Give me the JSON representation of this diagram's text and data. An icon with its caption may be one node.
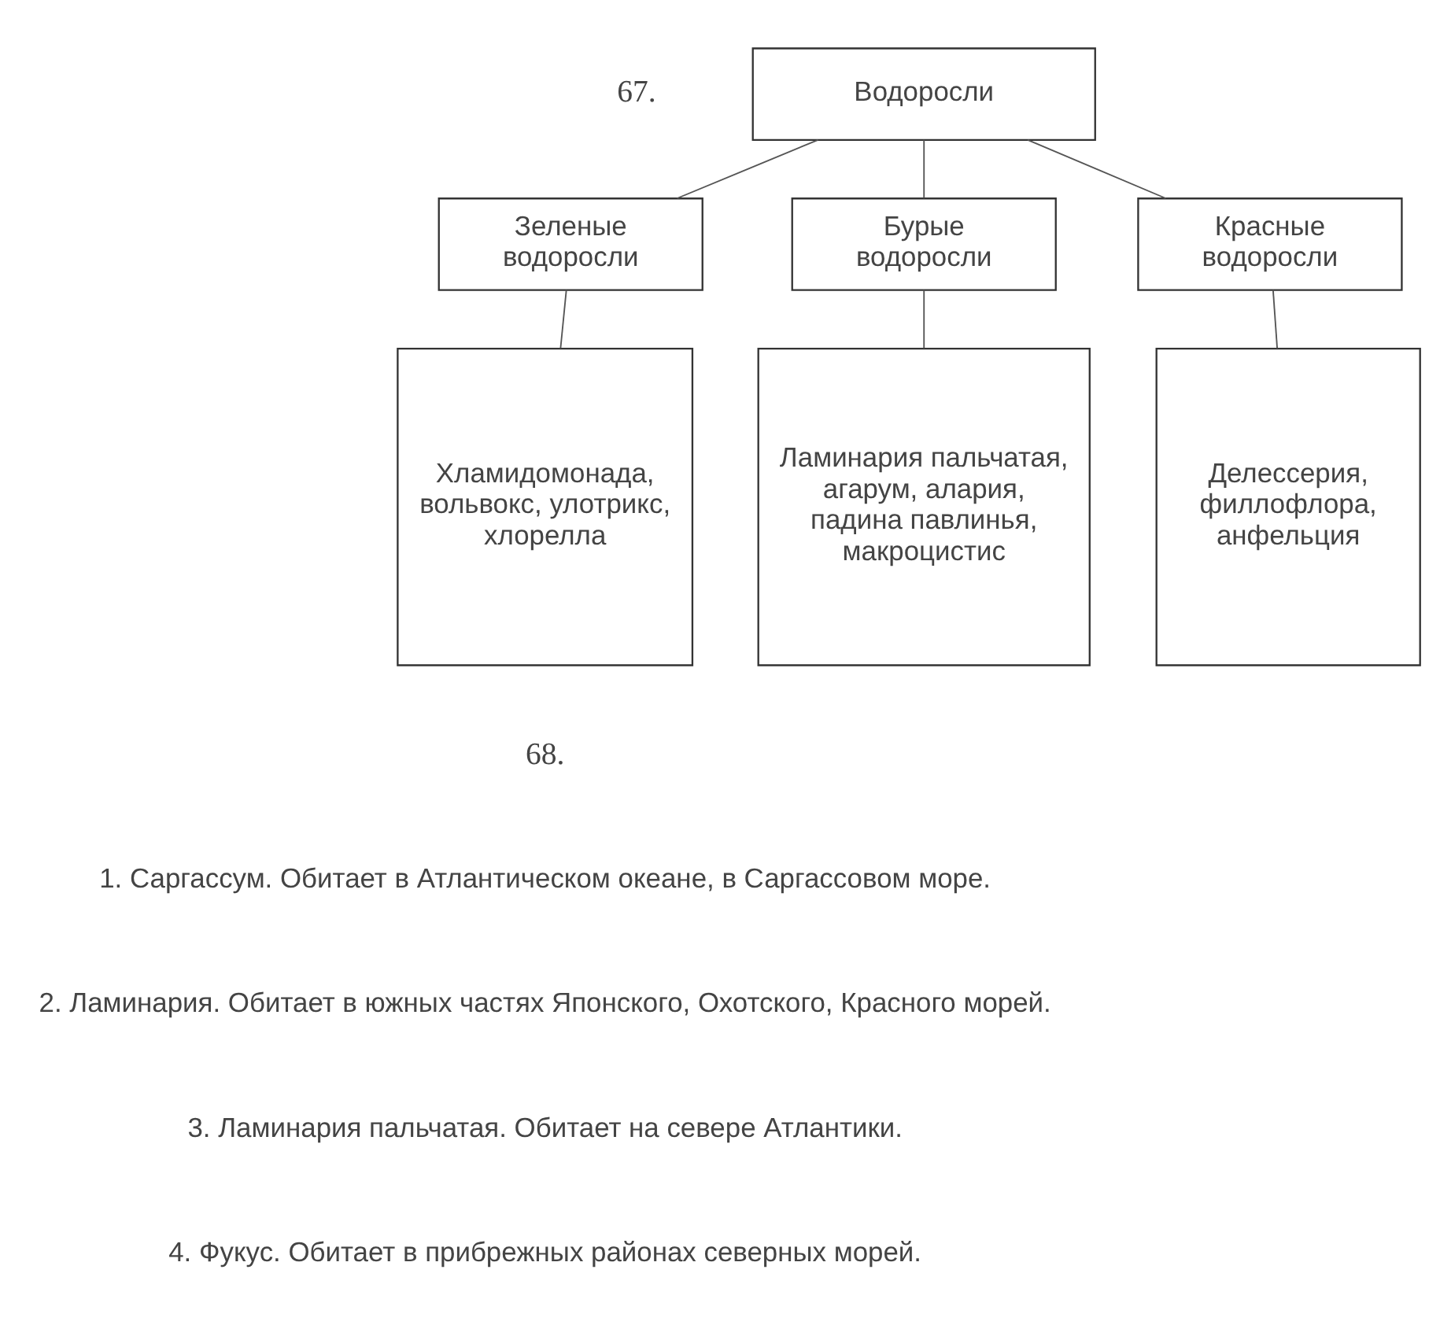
{
  "diagram": {
    "nodes": [
      {
        "text": [
          "Водоросли"
        ]
      },
      {
        "text": [
          "Зеленые водоросли"
        ]
      },
      {
        "text": [
          "Бурые водоросли"
        ]
      },
      {
        "text": [
          "Красные водоросли"
        ]
      },
      {
        "text": [
          "Хламидомонада, вольвокс, улотрикс, хлорелла"
        ]
      },
      {
        "text": [
          "Ламинария пальчатая, агарум, алария, падина павлинья, макроцистис"
        ]
      },
      {
        "text": [
          "Делессерия, филлофлора, анфельция"
        ]
      }
    ],
    "edges": [
      {
        "from": 0,
        "to": 1,
        "arrow": "none"
      },
      {
        "from": 0,
        "to": 2,
        "arrow": "none"
      },
      {
        "from": 0,
        "to": 3,
        "arrow": "none"
      },
      {
        "from": 1,
        "to": 4,
        "arrow": "none"
      },
      {
        "from": 2,
        "to": 5,
        "arrow": "none"
      },
      {
        "from": 3,
        "to": 6,
        "arrow": "none"
      }
    ],
    "labels": [
      "67.",
      "68.",
      "1. Саргассум. Обитает в Атлантическом океане, в Саргассовом море.",
      "2. Ламинария. Обитает в южных частях Японского, Охотского, Красного морей.",
      "3. Ламинария пальчатая. Обитает на севере Атлантики.",
      "4. Фукус. Обитает в прибрежных районах северных морей."
    ]
  }
}
